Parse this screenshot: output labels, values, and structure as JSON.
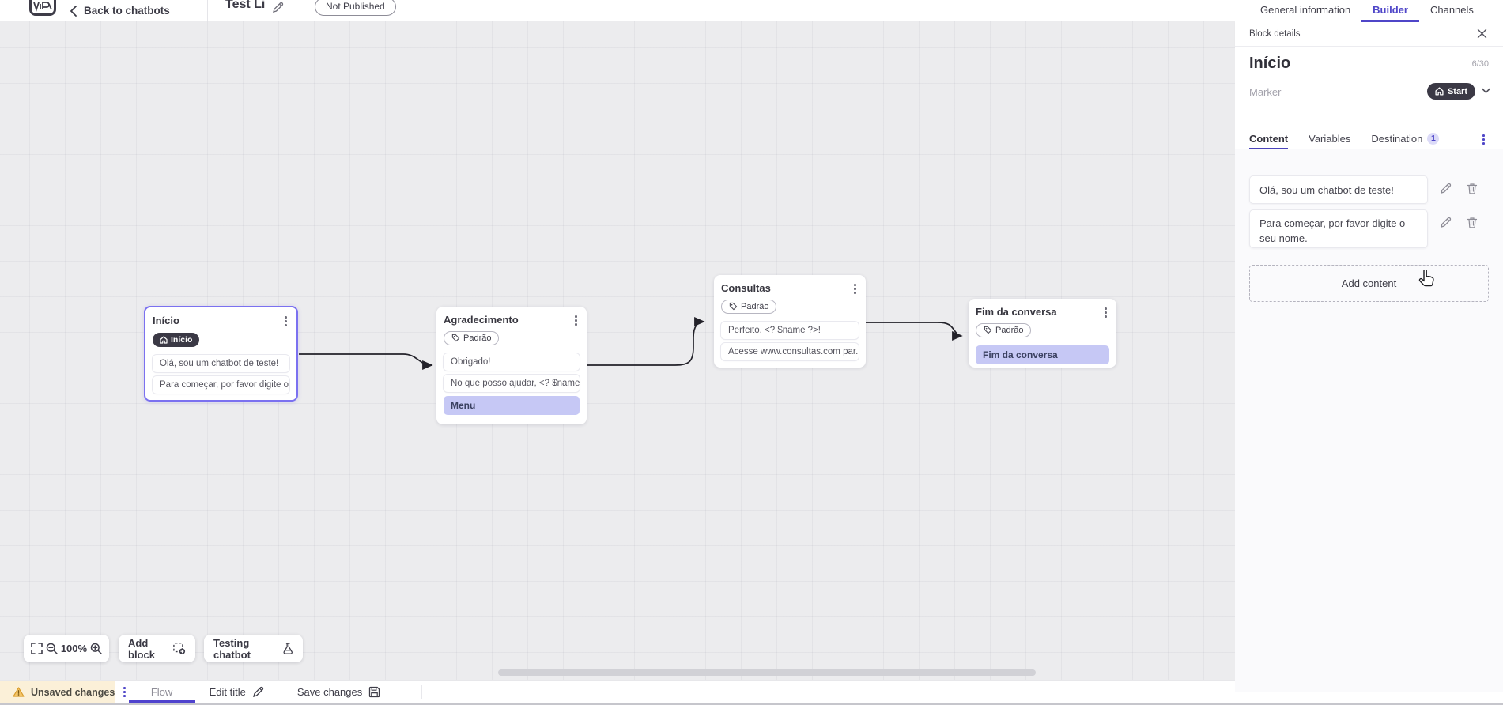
{
  "header": {
    "back_label": "Back to chatbots",
    "title": "Test Li",
    "status_badge": "Not Published",
    "tabs": [
      {
        "label": "General information"
      },
      {
        "label": "Builder"
      },
      {
        "label": "Channels"
      }
    ]
  },
  "panel": {
    "bar_title": "Block details",
    "name": "Início",
    "counter": "6/30",
    "marker_label": "Marker",
    "marker_value": "Start",
    "tabs": [
      {
        "label": "Content"
      },
      {
        "label": "Variables"
      },
      {
        "label": "Destination",
        "badge": "1"
      }
    ],
    "messages": [
      {
        "text": "Olá, sou um chatbot de teste!"
      },
      {
        "text": "Para começar, por favor digite o seu nome."
      }
    ],
    "add_content_label": "Add content"
  },
  "canvas": {
    "nodes": [
      {
        "title": "Início",
        "badge": "Início",
        "rows": [
          {
            "text": "Olá, sou um chatbot de teste!"
          },
          {
            "text": "Para começar, por favor digite o ..."
          }
        ]
      },
      {
        "title": "Agradecimento",
        "tag": "Padrão",
        "rows": [
          {
            "text": "Obrigado!"
          },
          {
            "text": "No que posso ajudar, <? $name ..."
          },
          {
            "text": "Menu"
          }
        ]
      },
      {
        "title": "Consultas",
        "tag": "Padrão",
        "rows": [
          {
            "text": "Perfeito, <? $name ?>!"
          },
          {
            "text": "Acesse www.consultas.com par..."
          }
        ]
      },
      {
        "title": "Fim da conversa",
        "tag": "Padrão",
        "rows": [
          {
            "text": "Fim da conversa"
          }
        ]
      }
    ]
  },
  "toolbar": {
    "zoom_level": "100%",
    "add_block_label": "Add block",
    "testing_label": "Testing chatbot"
  },
  "statusbar": {
    "unsaved_label": "Unsaved changes",
    "flow_tab": "Flow",
    "edit_title_label": "Edit title",
    "save_label": "Save changes"
  },
  "colors": {
    "accent": "#4f46c8",
    "selected_node_border": "#7b71f0",
    "dark_pill": "#3b3945",
    "lavender_row": "#c6c8f5",
    "unsaved_bg": "#fbf0d8",
    "warning": "#efae3c"
  }
}
